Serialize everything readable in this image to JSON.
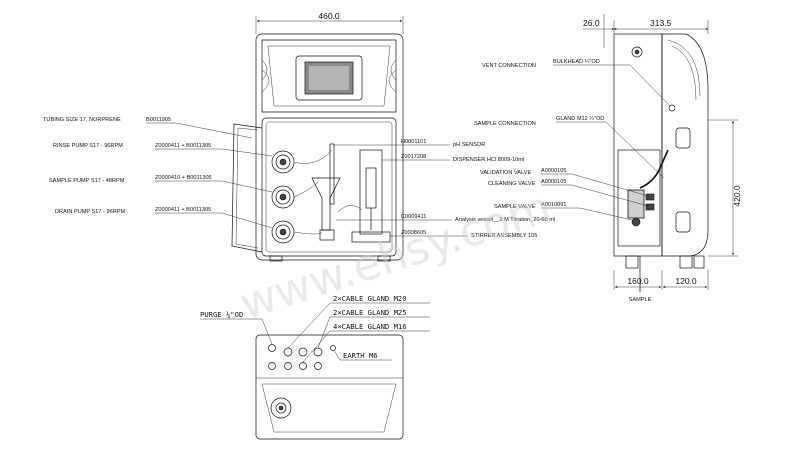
{
  "watermark": "www.ehsy.com",
  "front_view": {
    "width_dim": "460.0",
    "labels": [
      {
        "text": "TUBING SIZE 17, NORPRENE",
        "part": "B0011905"
      },
      {
        "text": "RINSE PUMP S17 - 96RPM",
        "part": "Z0000411 + B0011305"
      },
      {
        "text": "SAMPLE PUMP S17 - 48RPM",
        "part": "Z0000410 + B0011305"
      },
      {
        "text": "DRAIN PUMP S17 - 96RPM",
        "part": "Z0000411 + B0011305"
      }
    ],
    "right_labels": [
      {
        "part": "H0001101",
        "text": "pH SENSOR"
      },
      {
        "part": "Z0017208",
        "text": "DISPENSER HCl 8009-10ml"
      },
      {
        "part": "C0009411",
        "text": "Analysis vessel__2  M Titration, 20-60 ml"
      },
      {
        "part": "Z0008605",
        "text": "STIRRER ASSEMBLY 105"
      }
    ]
  },
  "side_view": {
    "top_dim_left": "26.0",
    "top_dim_right": "313.5",
    "height_dim": "420.0",
    "bottom_dim_left": "160.0",
    "bottom_dim_right": "120.0",
    "sample_label": "SAMPLE",
    "labels": [
      {
        "text": "VENT CONNECTION",
        "part": "BULKHEAD ¼\"OD"
      },
      {
        "text": "SAMPLE CONNECTION",
        "part": "GLAND M12 ¼\"OD"
      },
      {
        "text": "VALIDATION VALVE",
        "part": "A0000105"
      },
      {
        "text": "CLEANING VALVE",
        "part": "A0000105"
      },
      {
        "text": "SAMPLE VALVE",
        "part": "A0010091"
      }
    ]
  },
  "bottom_view": {
    "purge": "PURGE ¼\"OD",
    "gland_m20": "2×CABLE GLAND M20",
    "gland_m25": "2×CABLE GLAND M25",
    "gland_m16": "4×CABLE GLAND M16",
    "earth": "EARTH M6"
  }
}
